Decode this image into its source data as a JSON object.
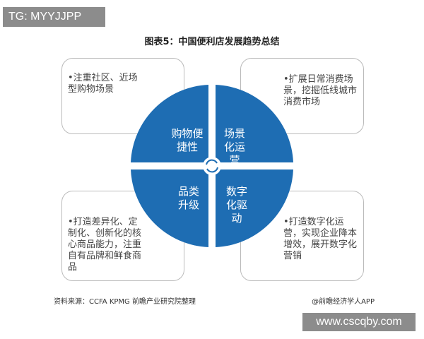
{
  "watermark_tag": "TG: MYYJJPP",
  "site_tag": "www.cscqby.com",
  "title": "图表5：中国便利店发展趋势总结",
  "quadrants": [
    {
      "label": "购物便捷性",
      "desc": "•注重社区、近场型购物场景"
    },
    {
      "label": "场景化运营",
      "desc": "•扩展日常消费场景，挖掘低线城市消费市场"
    },
    {
      "label": "品类升级",
      "desc": "•打造差异化、定制化、创新化的核心商品能力，注重自有品牌和鲜食商品"
    },
    {
      "label": "数字化驱动",
      "desc": "•打造数字化运营，实现企业降本增效，展开数字化营销"
    }
  ],
  "source": "资料来源：CCFA KPMG 前瞻产业研究院整理",
  "credit": "@前瞻经济学人APP",
  "colors": {
    "circle": "#1e6db3",
    "box_border": "#bbbbbb"
  }
}
